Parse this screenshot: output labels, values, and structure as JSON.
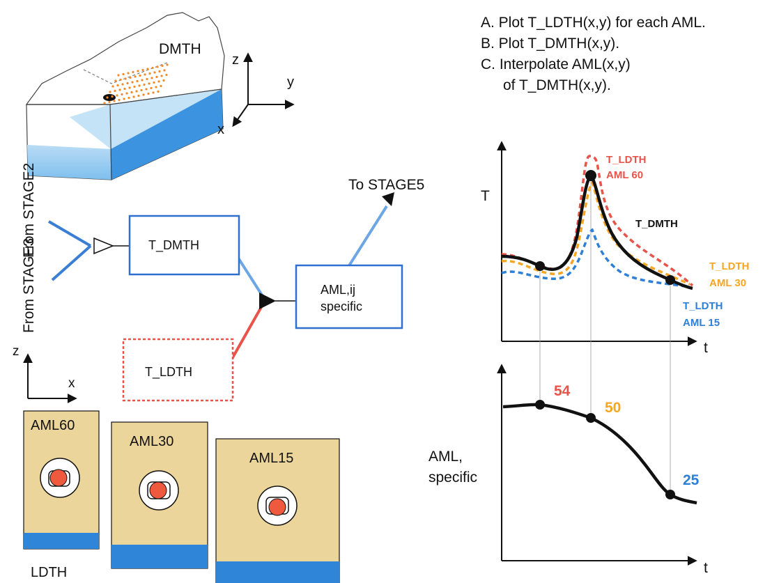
{
  "labels": {
    "block_name": "DMTH",
    "axis_z": "z",
    "axis_y": "y",
    "axis_x": "x",
    "from_stage2": "From STAGE2",
    "from_stage3": "From STAGE3",
    "to_stage5": "To STAGE5",
    "t_dmth_box": "T_DMTH",
    "aml_box_line1": "AML,ij",
    "aml_box_line2": "specific",
    "t_ldth_box": "T_LDTH",
    "section_axis_z": "z",
    "section_axis_x": "x",
    "ldth": "LDTH"
  },
  "sections": [
    {
      "name": "AML60"
    },
    {
      "name": "AML30"
    },
    {
      "name": "AML15"
    }
  ],
  "steps": {
    "a": "A. Plot T_LDTH(x,y) for each AML.",
    "b": "B. Plot T_DMTH(x,y).",
    "c1": "C. Interpolate AML(x,y)",
    "c2": "of T_DMTH(x,y)."
  },
  "top_plot": {
    "y_axis": "T",
    "x_axis": "t",
    "series": {
      "aml60_1": "T_LDTH",
      "aml60_2": "AML 60",
      "dmth": "T_DMTH",
      "aml30_1": "T_LDTH",
      "aml30_2": "AML 30",
      "aml15_1": "T_LDTH",
      "aml15_2": "AML 15"
    }
  },
  "bottom_plot": {
    "y_axis_1": "AML,",
    "y_axis_2": "specific",
    "x_axis": "t",
    "values": {
      "p1": "54",
      "p2": "50",
      "p3": "25"
    }
  },
  "colors": {
    "red": "#e8534a",
    "orange": "#f5a623",
    "blue": "#2e7fd6",
    "box_blue": "#2e6fd0",
    "tan": "#ecd59a",
    "water": "#2f86d8"
  }
}
